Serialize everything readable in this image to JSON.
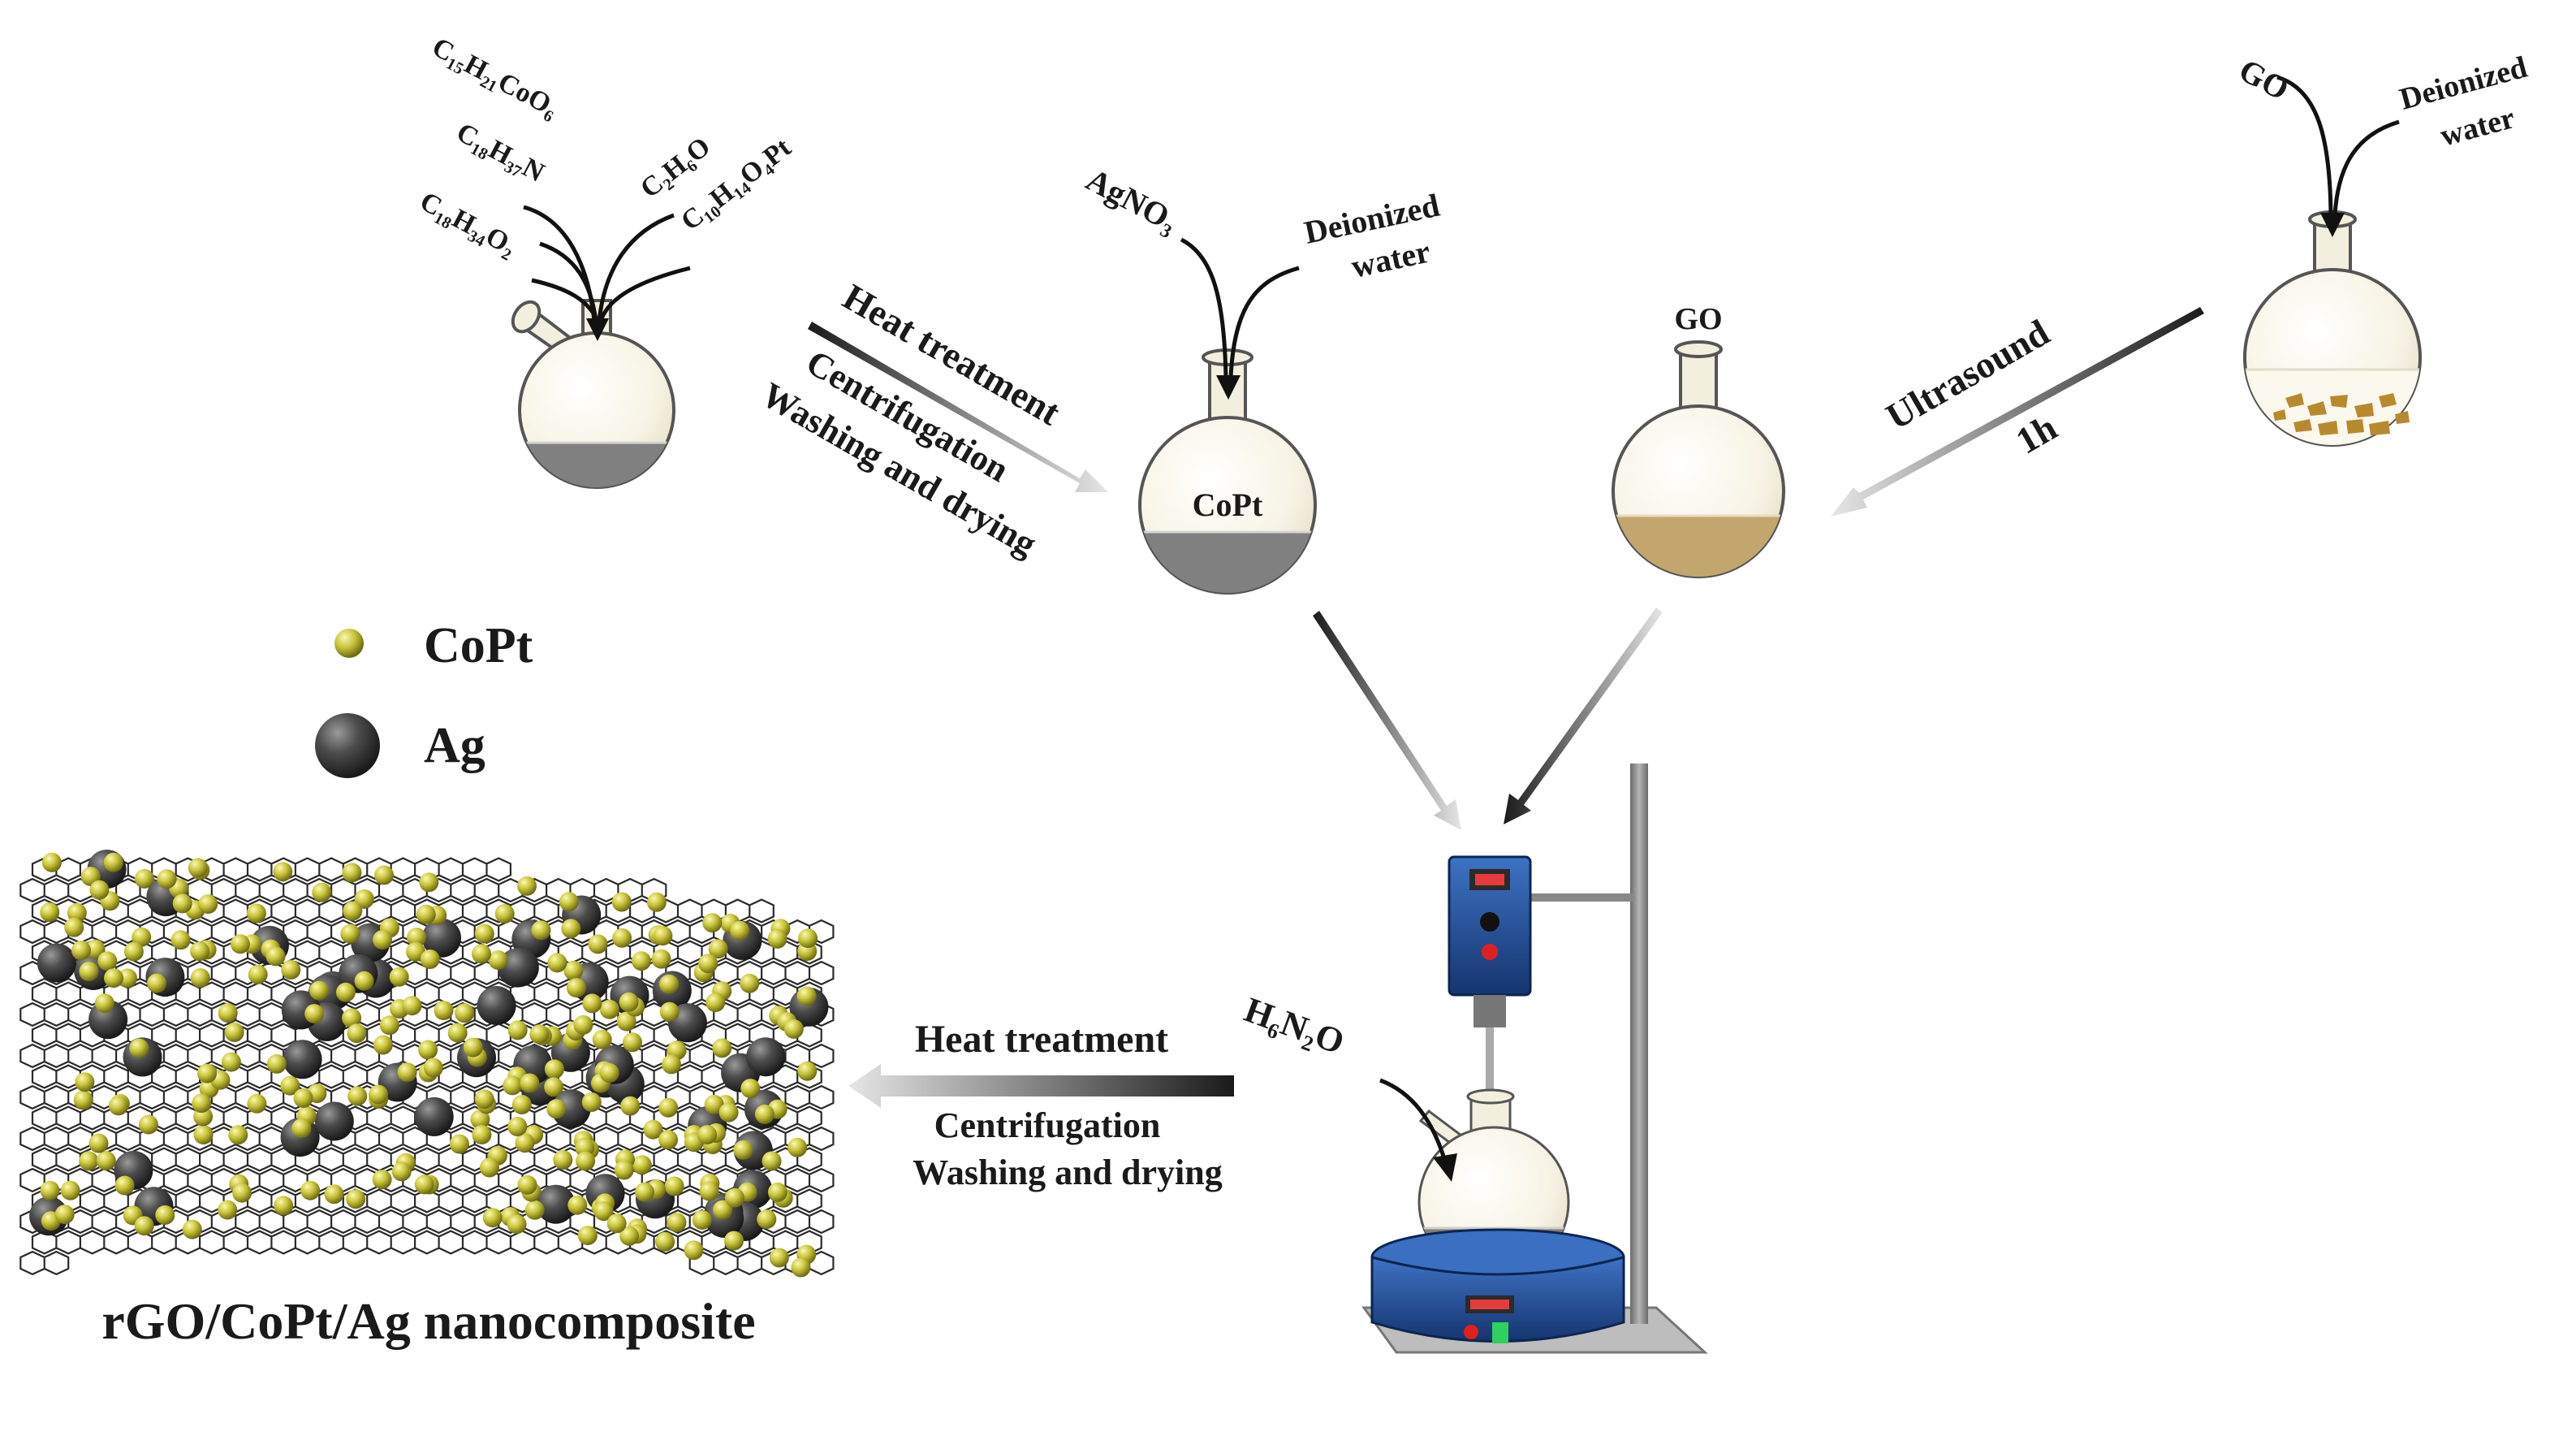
{
  "flask1": {
    "reagents": [
      "C₁₅H₂₁CoO₆",
      "C₁₈H₃₇N",
      "C₁₈H₃₄O₂",
      "C₂H₆O",
      "C₁₀H₁₄O₄Pt"
    ]
  },
  "step1": {
    "line1": "Heat treatment",
    "line2": "Centrifugation",
    "line3": "Washing and drying"
  },
  "flask2": {
    "reagent_left": "AgNO₃",
    "reagent_right_1": "Deionized",
    "reagent_right_2": "water",
    "contents": "CoPt"
  },
  "flask3": {
    "label": "GO"
  },
  "step2": {
    "line1": "Ultrasound",
    "line2": "1h"
  },
  "flask4": {
    "reagent_left": "GO",
    "reagent_right_1": "Deionized",
    "reagent_right_2": "water"
  },
  "legend": {
    "copt": "CoPt",
    "ag": "Ag"
  },
  "step3": {
    "reagent": "H₆N₂O",
    "line1": "Heat treatment",
    "line2": "Centrifugation",
    "line3": "Washing and drying"
  },
  "product": {
    "label": "rGO/CoPt/Ag nanocomposite"
  },
  "colors": {
    "copt_particle": "#c8c43a",
    "ag_particle": "#4a4a4a",
    "hotplate": "#1f4f9c",
    "liquid_grey": "#808080",
    "liquid_brown": "#c2a66e"
  }
}
